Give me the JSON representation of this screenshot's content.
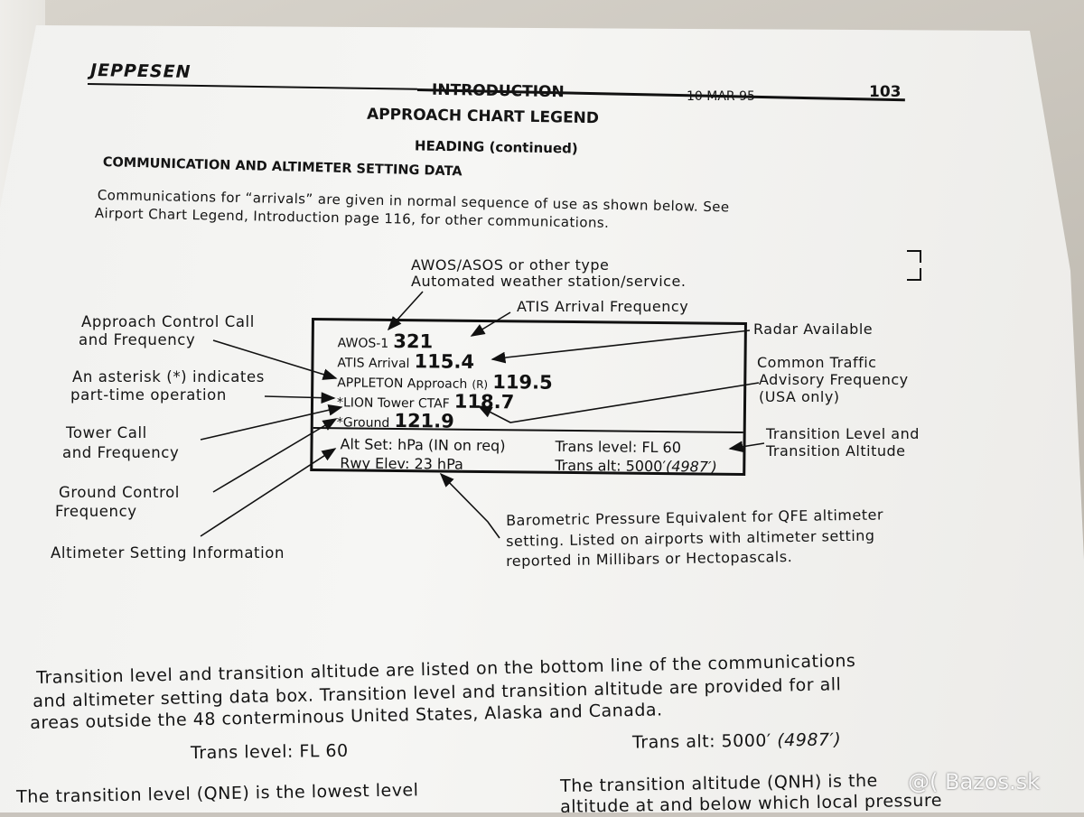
{
  "header": {
    "brand": "JEPPESEN",
    "section": "INTRODUCTION",
    "date": "10 MAR 95",
    "page_number": "103"
  },
  "titles": {
    "title": "APPROACH CHART LEGEND",
    "subtitle": "HEADING (continued)",
    "section_heading": "COMMUNICATION AND ALTIMETER SETTING DATA"
  },
  "intro": {
    "line1": "Communications for “arrivals” are given in normal sequence of use as shown below. See",
    "line2": "Airport Chart Legend, Introduction page 116, for other communications."
  },
  "callouts": {
    "awos_line1": "AWOS/ASOS or other type",
    "awos_line2": "Automated weather station/service.",
    "atis": "ATIS Arrival Frequency",
    "approach_line1": "Approach Control Call",
    "approach_line2": "and Frequency",
    "asterisk_line1": "An asterisk (*) indicates",
    "asterisk_line2": "part-time operation",
    "tower_line1": "Tower Call",
    "tower_line2": "and Frequency",
    "ground_line1": "Ground Control",
    "ground_line2": "Frequency",
    "altimeter": "Altimeter Setting Information",
    "radar": "Radar Available",
    "ctaf_line1": "Common Traffic",
    "ctaf_line2": "Advisory Frequency",
    "ctaf_line3": "(USA only)",
    "transition_line1": "Transition Level and",
    "transition_line2": "Transition Altitude",
    "baro_line1": "Barometric Pressure Equivalent for QFE altimeter",
    "baro_line2": "setting. Listed on airports with altimeter setting",
    "baro_line3": "reported in Millibars or Hectopascals."
  },
  "data_box": {
    "awos_label": "AWOS-1",
    "awos_freq": "321",
    "atis_label": "ATIS Arrival",
    "atis_freq": "115.4",
    "approach_label": "APPLETON Approach",
    "approach_r": "(R)",
    "approach_freq": "119.5",
    "tower_label": "*LION Tower CTAF",
    "tower_freq": "118.7",
    "ground_label": "*Ground",
    "ground_freq": "121.9",
    "alt_set": "Alt Set: hPa (IN on req)",
    "trans_level": "Trans level: FL 60",
    "rwy_elev": "Rwy Elev: 23 hPa",
    "trans_alt": "Trans alt: 5000′",
    "trans_alt_paren": "(4987′)"
  },
  "body": {
    "para1_line1": "Transition level and transition altitude are listed on the bottom line of the communications",
    "para1_line2": "and altimeter setting data box. Transition level and transition altitude are provided for all",
    "para1_line3": "areas outside the 48 conterminous United States, Alaska and Canada.",
    "example_trans_level": "Trans level: FL 60",
    "example_trans_alt": "Trans alt: 5000′",
    "example_trans_alt_paren": "(4987′)",
    "qne_line": "The transition level (QNE) is the lowest level",
    "qnh_line1": "The transition altitude (QNH) is the",
    "qnh_line2": "altitude at and below which local pressure"
  },
  "watermark": "@( Bazos.sk"
}
